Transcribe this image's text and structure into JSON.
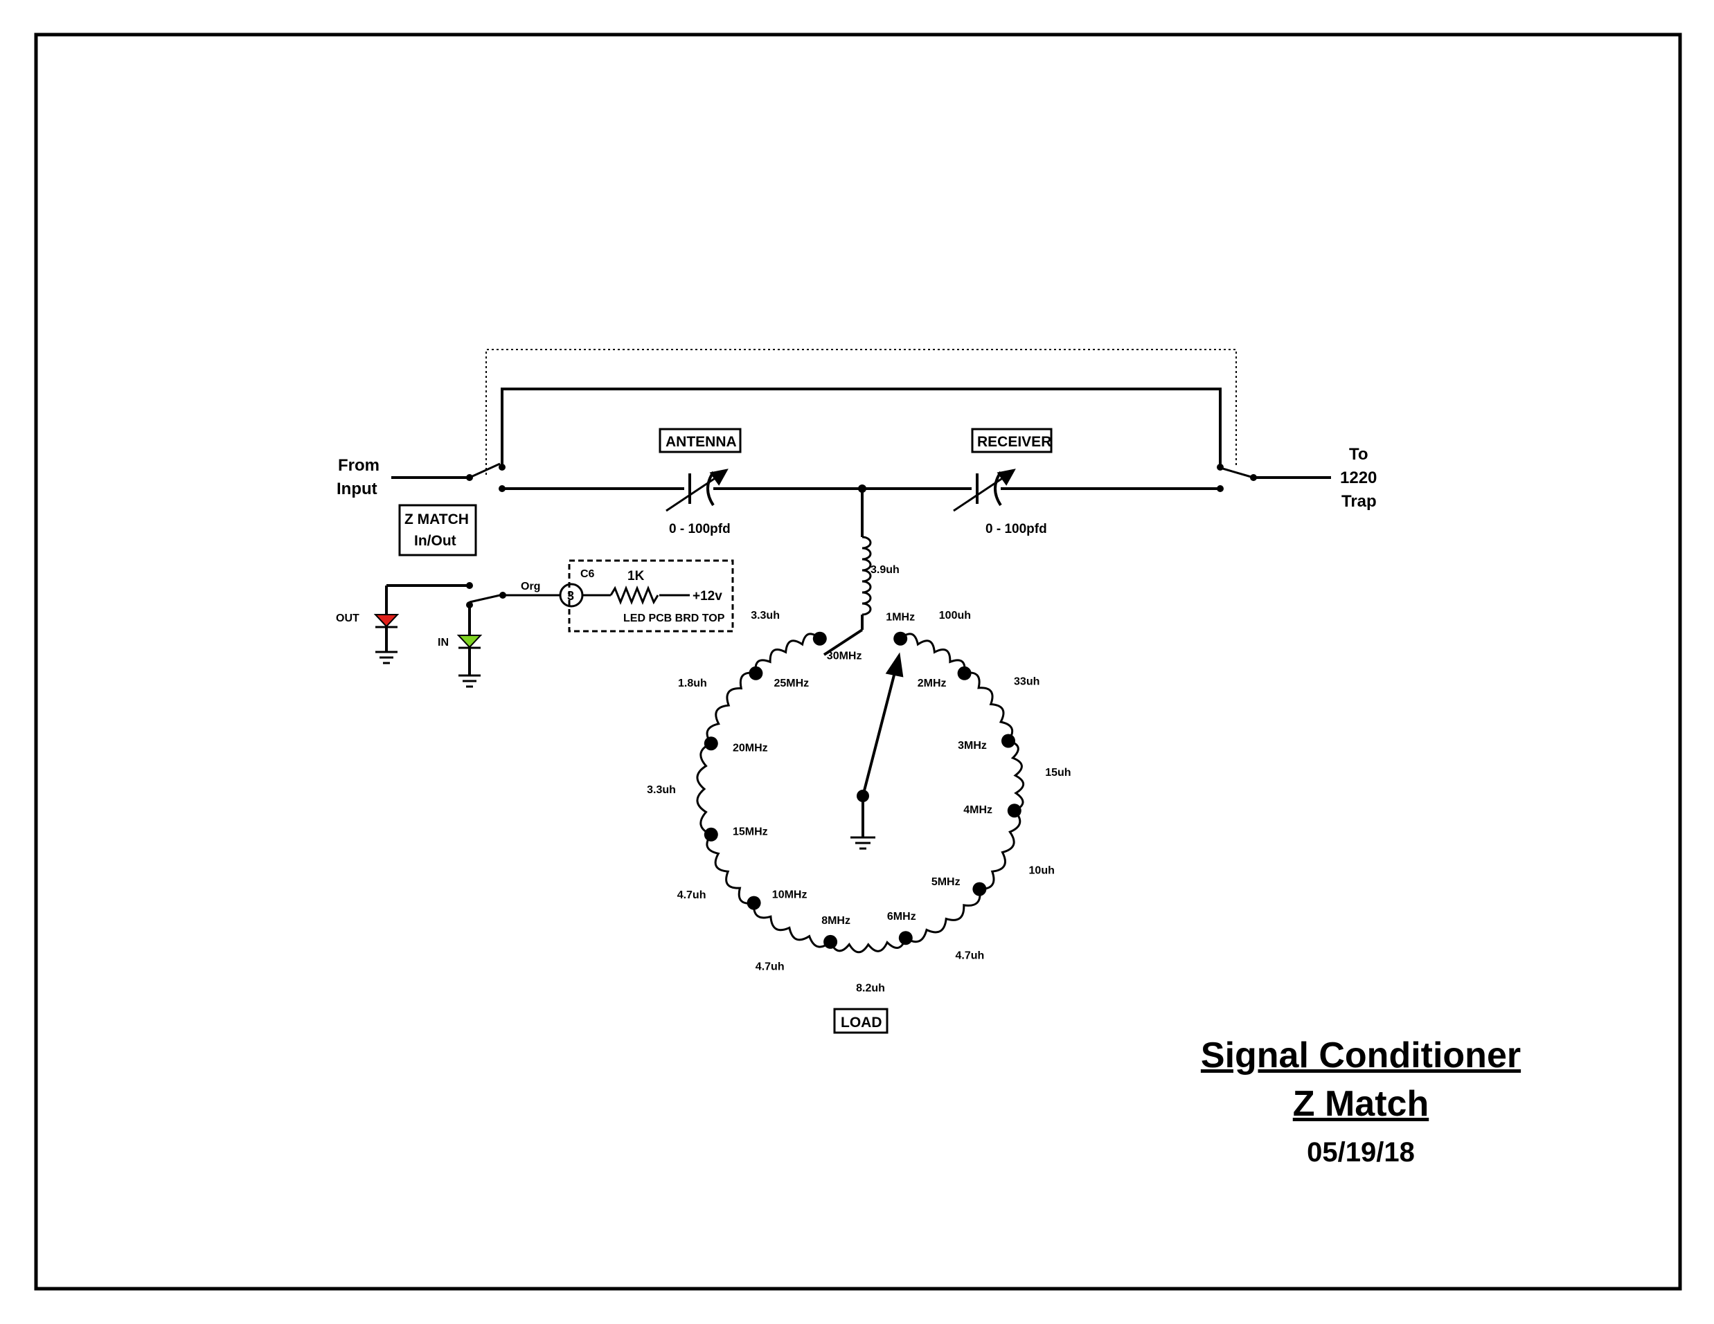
{
  "title": {
    "line1": "Signal Conditioner",
    "line2": "Z Match",
    "date": "05/19/18"
  },
  "labels": {
    "from_input_1": "From",
    "from_input_2": "Input",
    "to_1": "To",
    "to_2": "1220",
    "to_3": "Trap",
    "antenna": "ANTENNA",
    "receiver": "RECEIVER",
    "cap_antenna_value": "0 - 100pfd",
    "cap_receiver_value": "0 - 100pfd",
    "zmatch_1": "Z MATCH",
    "zmatch_2": "In/Out",
    "org": "Org",
    "c6": "C6",
    "resistor": "1K",
    "supply": "+12v",
    "connector_pin": "3",
    "led_board": "LED PCB BRD TOP",
    "led_out": "OUT",
    "led_in": "IN",
    "series_inductor": "3.9uh",
    "load": "LOAD"
  },
  "switch_positions": [
    {
      "freq": "30MHz",
      "inductor_after": "3.3uh"
    },
    {
      "freq": "25MHz",
      "inductor_after": "1.8uh"
    },
    {
      "freq": "20MHz",
      "inductor_after": "3.3uh"
    },
    {
      "freq": "15MHz",
      "inductor_after": "4.7uh"
    },
    {
      "freq": "10MHz",
      "inductor_after": "4.7uh"
    },
    {
      "freq": "8MHz",
      "inductor_after": "8.2uh"
    },
    {
      "freq": "6MHz",
      "inductor_after": "4.7uh"
    },
    {
      "freq": "5MHz",
      "inductor_after": "10uh"
    },
    {
      "freq": "4MHz",
      "inductor_after": "15uh"
    },
    {
      "freq": "3MHz",
      "inductor_after": "33uh"
    },
    {
      "freq": "2MHz",
      "inductor_after": "100uh"
    },
    {
      "freq": "1MHz",
      "inductor_after": ""
    }
  ],
  "colors": {
    "led_out": "#e0201a",
    "led_in": "#7ed321",
    "ink": "#000000"
  }
}
